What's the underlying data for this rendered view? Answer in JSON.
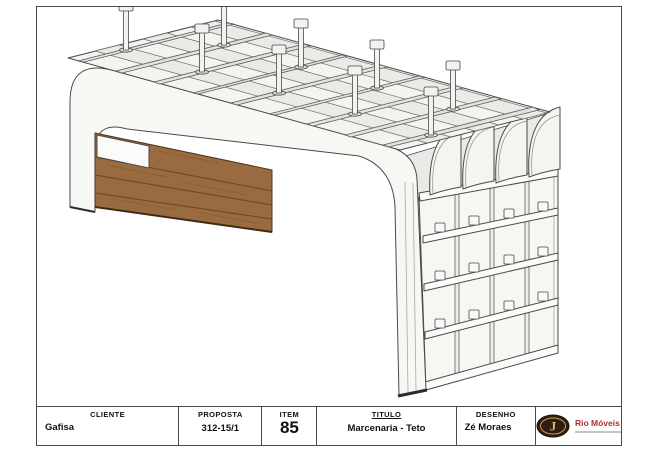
{
  "title_block": {
    "cliente": {
      "label": "CLIENTE",
      "value": "Gafisa"
    },
    "proposta": {
      "label": "PROPOSTA",
      "value": "312-15/1"
    },
    "item": {
      "label": "ITEM",
      "value": "85"
    },
    "titulo": {
      "label": "TITULO",
      "value": "Marcenaria - Teto"
    },
    "desenho": {
      "label": "DESENHO",
      "value": "Zé Moraes"
    }
  },
  "logo": {
    "brand": "Rio Móveis",
    "monogram": "J"
  },
  "drawing": {
    "subject": "3D sketch of ceiling joinery structure (teto) with wood panel, bolted top ribs and slatted side frame",
    "colors": {
      "wood": "#9a6b41",
      "structure_white": "#f7f7f4",
      "outline": "#4a4a4a",
      "logo_red": "#b03030",
      "logo_oval": "#2e1d10",
      "logo_gold": "#d8b877"
    }
  }
}
